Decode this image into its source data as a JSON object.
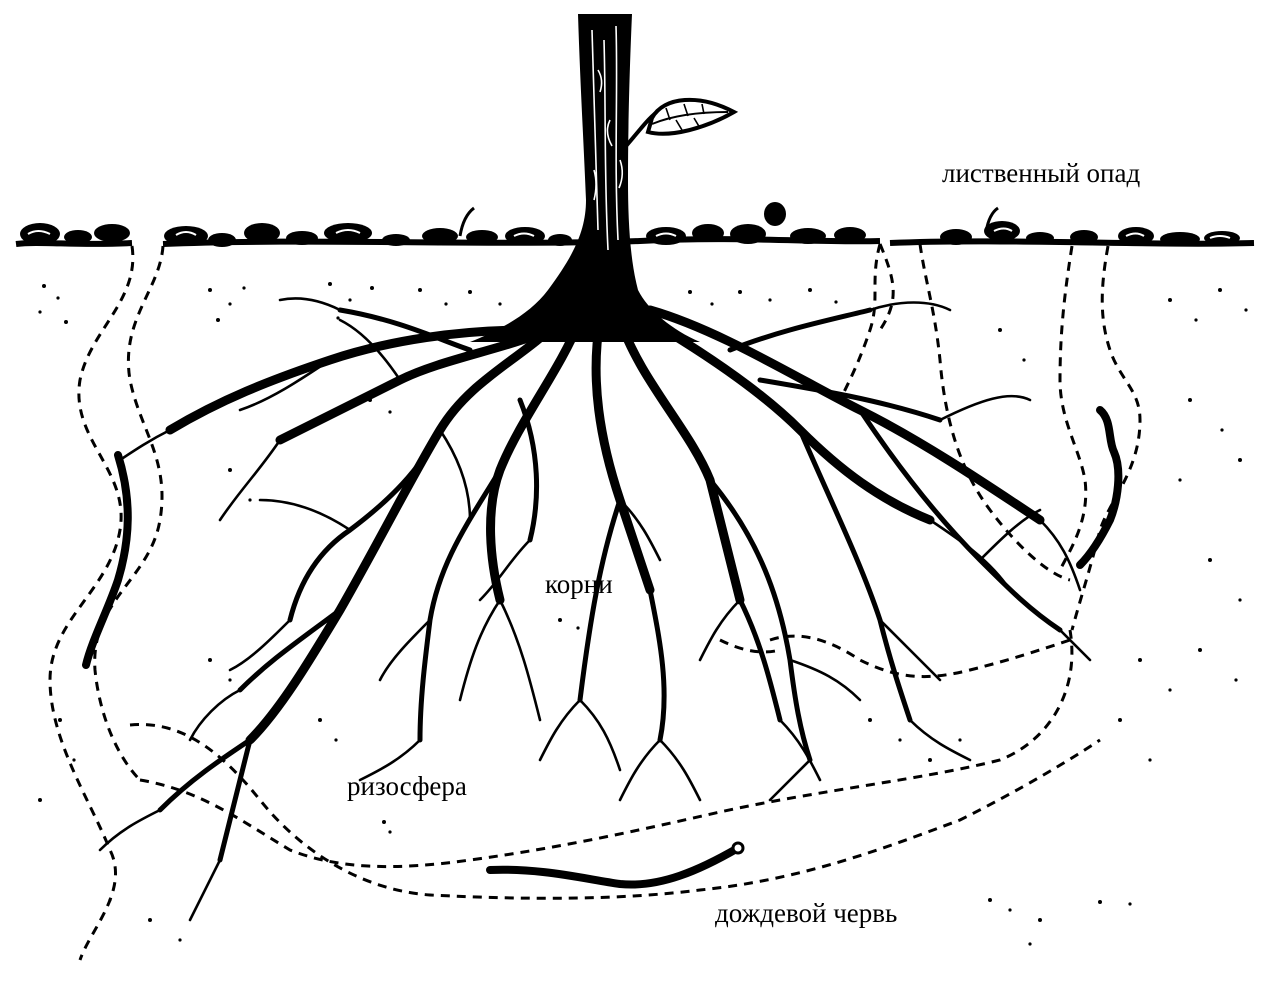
{
  "labels": {
    "leaf_litter": "лиственный опад",
    "roots": "корни",
    "rhizosphere": "ризосфера",
    "earthworm": "дождевой червь"
  },
  "colors": {
    "ink": "#000000",
    "background": "#ffffff"
  }
}
